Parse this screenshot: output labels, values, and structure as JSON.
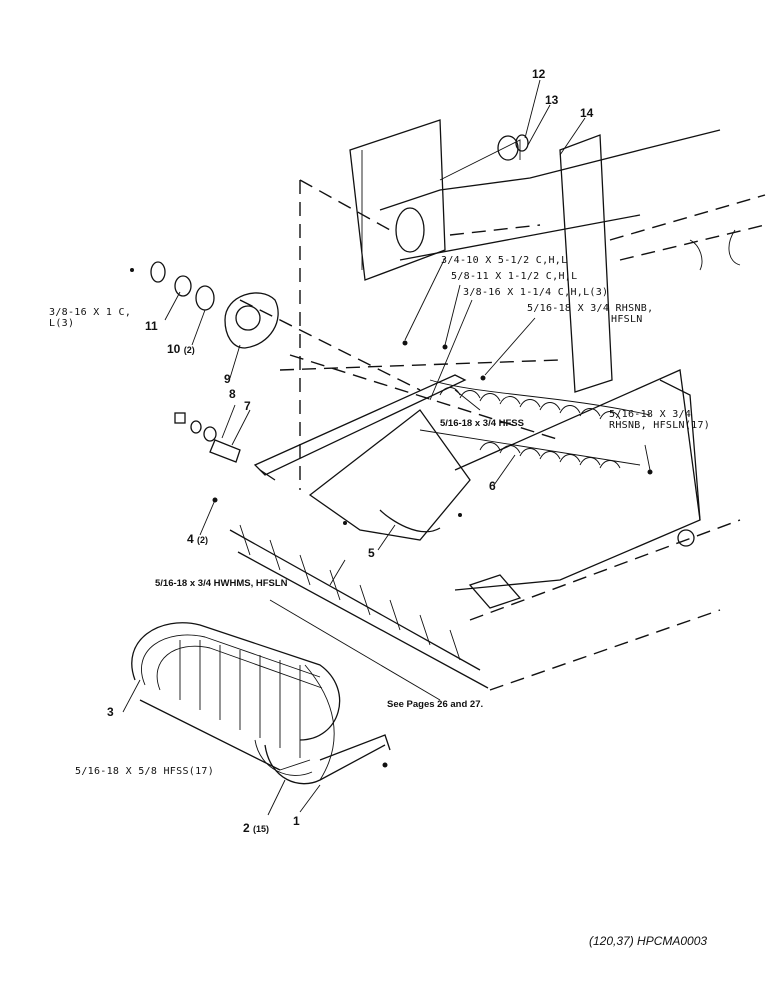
{
  "callouts": {
    "p1": "1",
    "p2": "2",
    "p2_qty": "(15)",
    "p3": "3",
    "p4": "4",
    "p4_qty": "(2)",
    "p5": "5",
    "p6": "6",
    "p7": "7",
    "p8": "8",
    "p9": "9",
    "p10": "10",
    "p10_qty": "(2)",
    "p11": "11",
    "p12": "12",
    "p13": "13",
    "p14": "14"
  },
  "hardware": {
    "h1": "3/8-16 X 1 C,",
    "h1b": "L(3)",
    "h2": "3/4-10 X 5-1/2 C,H,L",
    "h3": "5/8-11 X 1-1/2 C,H,L",
    "h4": "3/8-16 X 1-1/4 C,H,L(3)",
    "h5": "5/16-18 X 3/4 RHSNB,",
    "h5b": "HFSLN",
    "h6": "5/16-18 x 3/4 HFSS",
    "h7": "5/16-18 X 3/4",
    "h7b": "RHSNB, HFSLN(17)",
    "h8": "5/16-18 x 3/4 HWHMS, HFSLN",
    "h9": "5/16-18 X 5/8 HFSS(17)"
  },
  "note": "See Pages 26 and 27.",
  "footer": "(120,37) HPCMA0003"
}
